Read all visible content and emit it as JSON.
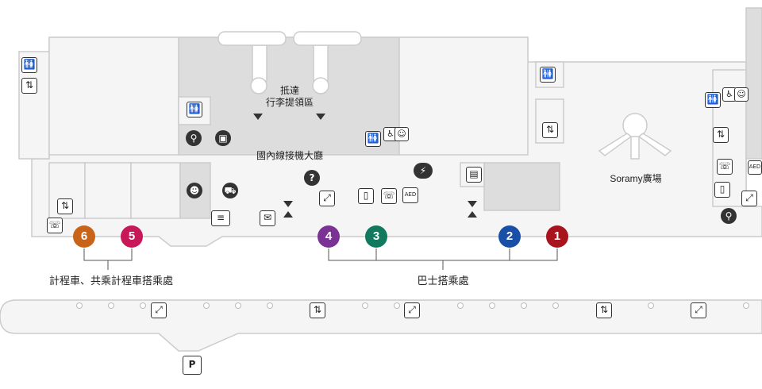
{
  "labels": {
    "baggage_claim": "抵達\n行李提領區",
    "domestic_hall": "國內線接機大廳",
    "soramy_plaza": "Soramy廣場",
    "taxi_stops": "計程車、共乘計程車搭乘處",
    "bus_stops": "巴士搭乘處"
  },
  "stops": [
    {
      "num": "6",
      "color": "#c8631a"
    },
    {
      "num": "5",
      "color": "#c8185a"
    },
    {
      "num": "4",
      "color": "#7a3294"
    },
    {
      "num": "3",
      "color": "#117a5e"
    },
    {
      "num": "2",
      "color": "#1a4fa8"
    },
    {
      "num": "1",
      "color": "#a8141e"
    }
  ],
  "icons": {
    "info": "?",
    "aed": "AED",
    "parking": "P"
  },
  "colors": {
    "wall": "#cccccc",
    "floor": "#f5f5f5",
    "room_gray": "#dddddd",
    "icon_dark": "#333333"
  }
}
